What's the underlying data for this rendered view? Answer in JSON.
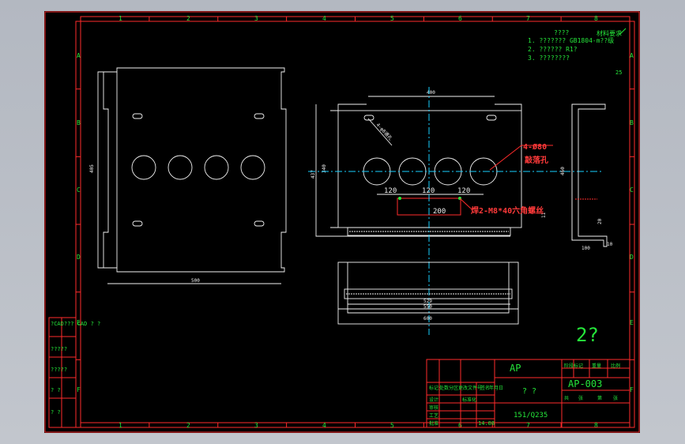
{
  "sheet": {
    "col_labels": [
      "1",
      "2",
      "3",
      "4",
      "5",
      "6",
      "7",
      "8"
    ],
    "row_labels": [
      "A",
      "B",
      "C",
      "D",
      "E",
      "F"
    ]
  },
  "notes": {
    "heading": "????",
    "material_stamp": "材料要求",
    "lines": [
      "1. ??????? GB1804-m??级",
      "2. ?????? R1?",
      "3. ????????"
    ],
    "corner_mark": "25"
  },
  "front_view": {
    "width_dim": "500",
    "height_dim": "405"
  },
  "side_view": {
    "top_dim": "400",
    "left_outer_dim": "437",
    "left_inner_dim": "340",
    "right_dim": "11",
    "diag_dim": "4-φ8通孔",
    "spacings": [
      "120",
      "120",
      "120"
    ],
    "bolt_spacing": "200",
    "callout_holes_1": "4-Ø80",
    "callout_holes_2": "敲落孔",
    "callout_bolt": "焊2-M8*40六角螺丝"
  },
  "profile_view": {
    "height_dim": "460",
    "lip_dim": "20",
    "flange_dim": "100",
    "thick_dim": "10"
  },
  "bottom_view": {
    "inner_dim": "529",
    "mid_dim": "550",
    "outer_dim": "600"
  },
  "big_mark": "2?",
  "left_strip": {
    "labels": [
      "?CAD???\nCAD ? ?",
      "?????",
      "?????",
      "? ?",
      "? ?"
    ]
  },
  "title_block": {
    "company": "AP",
    "drawing_no": "AP-003",
    "part_name": "? ?",
    "material": "151/Q235",
    "scale_note": "14.08",
    "row_labels": [
      "标记",
      "处数",
      "分区",
      "更改文件号",
      "签名",
      "年月日"
    ],
    "stage_labels": [
      "阶段标记",
      "重量",
      "比例"
    ],
    "small_labels": [
      "设计",
      "审核",
      "工艺",
      "标准化",
      "批准"
    ],
    "sheet_labels": [
      "共",
      "张",
      "第",
      "张"
    ]
  }
}
